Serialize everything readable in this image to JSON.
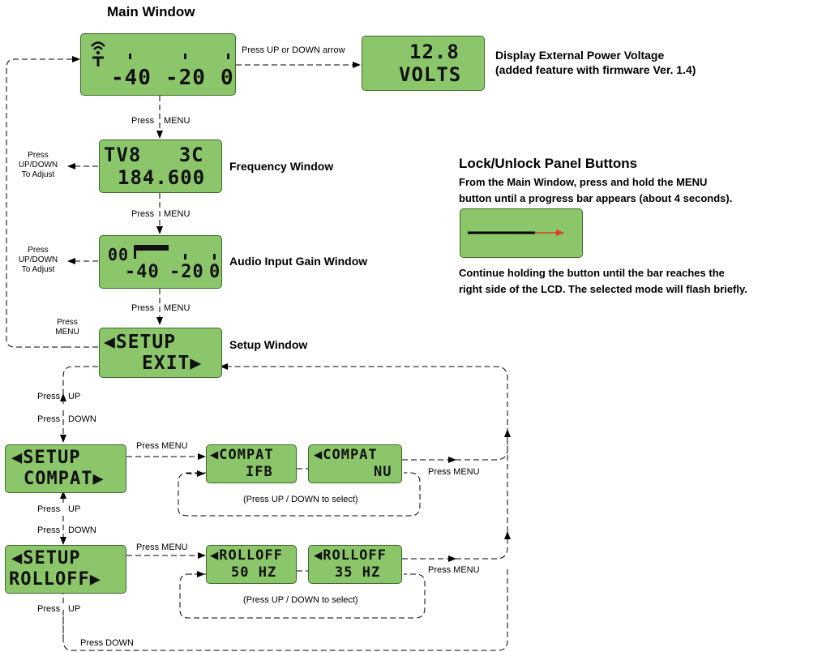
{
  "title": "Main Window",
  "main_lcd": {
    "t40": "-40",
    "t20": "-20",
    "t0": "0"
  },
  "main_press_updown": "Press UP or DOWN arrow",
  "voltage_lcd": {
    "line1": "12.8",
    "line2": "VOLTS"
  },
  "voltage_label": {
    "line1": "Display External Power Voltage",
    "line2": "(added feature with firmware Ver. 1.4)"
  },
  "press_menu_1": "Press",
  "press_menu_1b": "MENU",
  "freq_lcd": {
    "line1": "TV8   3C",
    "line2": "184.600"
  },
  "freq_label": "Frequency Window",
  "adjust_1": [
    "Press",
    "UP/DOWN",
    "To Adjust"
  ],
  "press_menu_2": "Press",
  "press_menu_2b": "MENU",
  "audio_lcd": {
    "prefix": "00",
    "t40": "-40",
    "t20": "-20",
    "t0": "0"
  },
  "audio_label": "Audio Input Gain Window",
  "adjust_2": [
    "Press",
    "UP/DOWN",
    "To Adjust"
  ],
  "press_menu_3": "Press",
  "press_menu_3b": "MENU",
  "return_label": [
    "Press",
    "MENU"
  ],
  "setup_lcd": {
    "line1": "◀SETUP",
    "line2": "EXIT▶"
  },
  "setup_label": "Setup Window",
  "press_up_1": "Press",
  "press_up_1b": "UP",
  "press_down_1": "Press",
  "press_down_1b": "DOWN",
  "compat_setup_lcd": {
    "line1": "◀SETUP",
    "line2": "COMPAT▶"
  },
  "compat_press_menu": "Press MENU",
  "compat_ifb_lcd": {
    "line1": "◀COMPAT",
    "line2": "IFB"
  },
  "compat_nu_lcd": {
    "line1": "◀COMPAT",
    "line2": "NU"
  },
  "compat_select": "(Press UP / DOWN to select)",
  "compat_return": "Press MENU",
  "press_up_2": "Press",
  "press_up_2b": "UP",
  "press_down_2": "Press",
  "press_down_2b": "DOWN",
  "rolloff_setup_lcd": {
    "line1": "◀SETUP",
    "line2": "ROLLOFF▶"
  },
  "rolloff_press_menu": "Press MENU",
  "rolloff_50_lcd": {
    "line1": "◀ROLLOFF",
    "line2": "50 HZ"
  },
  "rolloff_35_lcd": {
    "line1": "◀ROLLOFF",
    "line2": "35 HZ"
  },
  "rolloff_select": "(Press UP / DOWN to select)",
  "rolloff_return": "Press MENU",
  "press_up_3": "Press",
  "press_up_3b": "UP",
  "press_down_3": "Press DOWN",
  "lock": {
    "heading": "Lock/Unlock Panel Buttons",
    "line1": "From the Main Window, press and hold the MENU",
    "line2": "button until a progress bar appears (about 4 seconds).",
    "line3": "Continue holding the button until the bar reaches the",
    "line4": "right side of the LCD. The selected mode will flash briefly."
  },
  "colors": {
    "lcd": "#8cc66b",
    "lcd_border": "#3d6b2a",
    "progress_arrow": "#e03a2a"
  },
  "icons": [
    "antenna-icon"
  ]
}
